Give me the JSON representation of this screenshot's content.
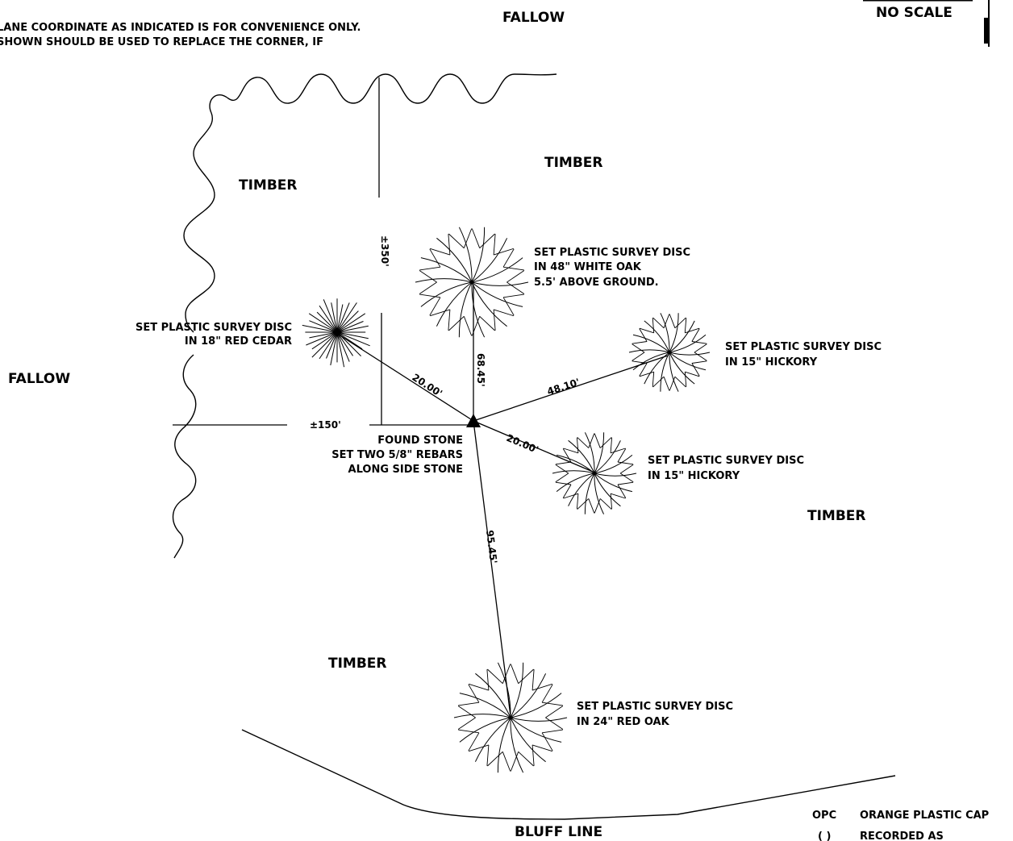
{
  "header": {
    "note_line1": "LANE COORDINATE AS INDICATED IS FOR CONVENIENCE ONLY.",
    "note_line2": "SHOWN SHOULD BE USED TO REPLACE THE CORNER, IF",
    "scale": "NO SCALE"
  },
  "areas": {
    "fallow_top": "FALLOW",
    "fallow_left": "FALLOW",
    "timber_upper_left": "TIMBER",
    "timber_upper_right": "TIMBER",
    "timber_right": "TIMBER",
    "timber_lower": "TIMBER",
    "bluff_line": "BLUFF LINE"
  },
  "dimensions": {
    "tie_350": "±350'",
    "tie_150": "±150'"
  },
  "corner": {
    "line1": "FOUND STONE",
    "line2": "SET TWO 5/8\" REBARS",
    "line3": "ALONG SIDE STONE"
  },
  "witness_trees": [
    {
      "id": "white-oak",
      "distance": "68.45'",
      "line1": "SET PLASTIC SURVEY DISC",
      "line2": "IN 48\" WHITE OAK",
      "line3": "5.5' ABOVE GROUND."
    },
    {
      "id": "red-cedar",
      "distance": "20.00'",
      "line1": "SET PLASTIC SURVEY DISC",
      "line2": "IN 18\" RED CEDAR"
    },
    {
      "id": "hickory-upper",
      "distance": "48.10'",
      "line1": "SET PLASTIC SURVEY DISC",
      "line2": "IN 15\" HICKORY"
    },
    {
      "id": "hickory-lower",
      "distance": "20.00'",
      "line1": "SET PLASTIC SURVEY DISC",
      "line2": "IN 15\" HICKORY"
    },
    {
      "id": "red-oak",
      "distance": "95.45'",
      "line1": "SET PLASTIC SURVEY DISC",
      "line2": "IN 24\" RED OAK"
    }
  ],
  "legend": [
    {
      "symbol": "OPC",
      "meaning": "ORANGE PLASTIC CAP"
    },
    {
      "symbol": "( )",
      "meaning": "RECORDED AS"
    }
  ]
}
